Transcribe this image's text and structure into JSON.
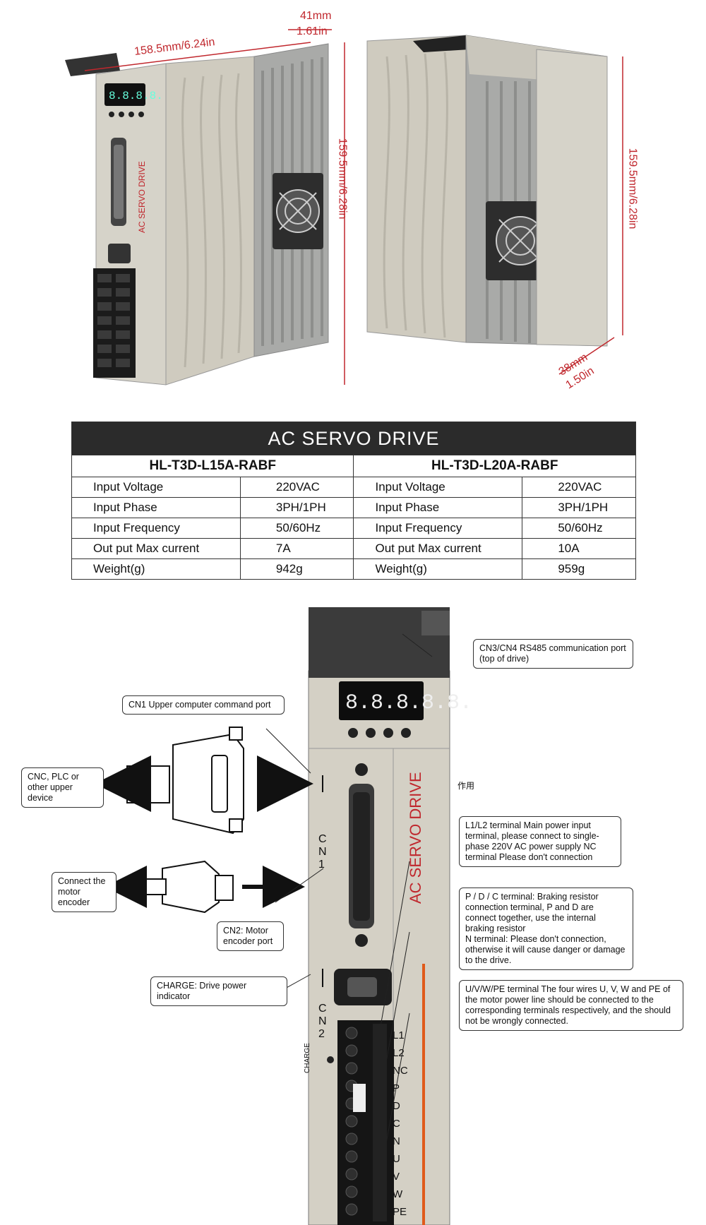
{
  "dimensions": {
    "width_text": "41mm",
    "width_in_text": "1.61in",
    "length_text": "158.5mm/6.24in",
    "height_front_text": "159.5mm/6.28in",
    "height_back_text": "159.5mm/6.28in",
    "depth_text": "38mm",
    "depth_in_text": "1.50in"
  },
  "product_label": "AC SERVO  DRIVE",
  "connector_labels": {
    "cn1": "C N 1",
    "cn2": "C N 2",
    "charge": "CHARGE",
    "terminals": [
      "L1",
      "L2",
      "NC",
      "P",
      "D",
      "C",
      "N",
      "U",
      "V",
      "W",
      "PE"
    ]
  },
  "table": {
    "title": "AC SERVO  DRIVE",
    "models": [
      "HL-T3D-L15A-RABF",
      "HL-T3D-L20A-RABF"
    ],
    "rows": [
      {
        "label": "Input Voltage",
        "a": "220VAC",
        "b": "220VAC"
      },
      {
        "label": "Input Phase",
        "a": "3PH/1PH",
        "b": "3PH/1PH"
      },
      {
        "label": "Input Frequency",
        "a": "50/60Hz",
        "b": "50/60Hz"
      },
      {
        "label": "Out put Max current",
        "a": "7A",
        "b": "10A"
      },
      {
        "label": "Weight(g)",
        "a": "942g",
        "b": "959g"
      }
    ]
  },
  "callouts": {
    "cn34": "CN3/CN4 RS485 communication port (top of drive)",
    "cn1": "CN1 Upper computer command port",
    "cnc": "CNC, PLC or other upper device",
    "zuoyong": "作用",
    "encoder_device": "Connect the motor encoder",
    "l1l2": "L1/L2 terminal Main power input terminal, please connect to single-phase 220V AC power supply NC terminal Please don't connection",
    "cn2": "CN2: Motor encoder port",
    "pdc": "P / D / C terminal:  Braking resistor connection terminal, P and D are connect together, use the internal braking resistor\nN terminal:  Please don't connection, otherwise it will cause danger or damage to the drive.",
    "charge": "CHARGE: Drive power indicator",
    "uvw": "U/V/W/PE terminal The four wires U, V, W and PE of the motor power line should be connected to the corresponding terminals respectively, and the should not be wrongly connected."
  },
  "colors": {
    "housing": "#cfcbbf",
    "heatsink": "#a9aaa8",
    "dimension_red": "#c0272d",
    "table_header": "#2b2b2b"
  }
}
